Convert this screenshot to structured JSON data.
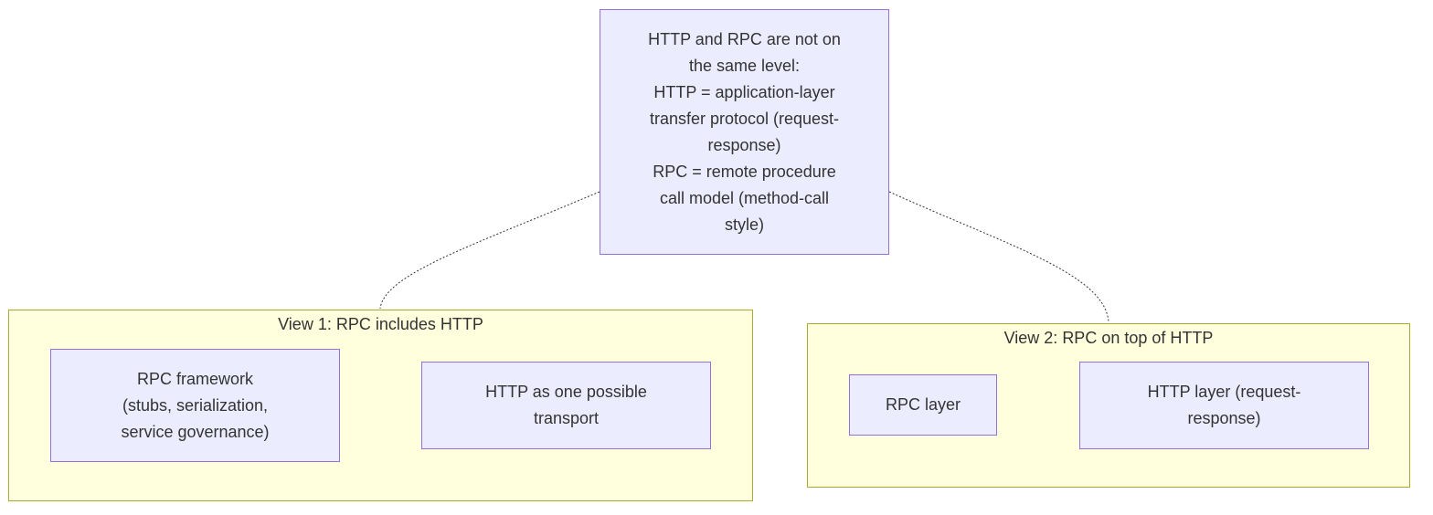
{
  "note": {
    "lines": [
      "HTTP and RPC are not on",
      "the same level:",
      "HTTP = application-layer",
      "transfer protocol (request-",
      "response)",
      "RPC = remote procedure",
      "call model (method-call",
      "style)"
    ]
  },
  "view1": {
    "title": "View 1: RPC includes HTTP",
    "framework_lines": [
      "RPC framework",
      "(stubs, serialization,",
      "service governance)"
    ],
    "transport_lines": [
      "HTTP as one possible",
      "transport"
    ]
  },
  "view2": {
    "title": "View 2: RPC on top of HTTP",
    "rpc_layer_lines": [
      "RPC layer"
    ],
    "http_layer_lines": [
      "HTTP layer (request-",
      "response)"
    ]
  },
  "colors": {
    "node_fill": "#ececff",
    "node_stroke": "#9370db",
    "cluster_fill": "#ffffde",
    "cluster_stroke": "#aaaa33",
    "edge": "#333333"
  }
}
